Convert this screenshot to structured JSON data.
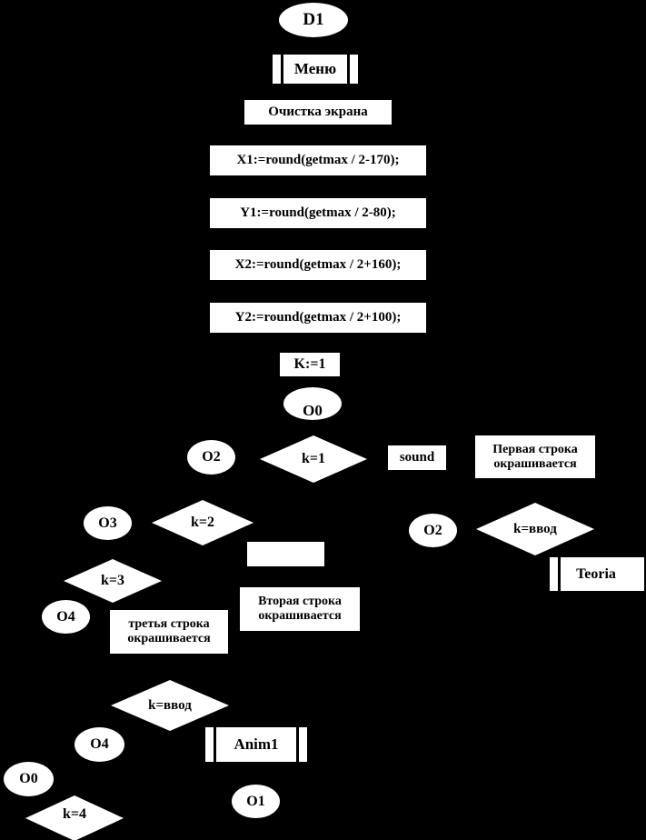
{
  "diagram": {
    "title": "Flowchart",
    "background_color": "#000000",
    "shape_fill_color": "#ffffff",
    "text_color": "#000000",
    "nodes": [
      {
        "id": "d1",
        "shape": "ellipse",
        "label": "D1"
      },
      {
        "id": "menu",
        "shape": "predefined-process",
        "label": "Меню"
      },
      {
        "id": "clear_screen",
        "shape": "process",
        "label": "Очистка экрана"
      },
      {
        "id": "x1",
        "shape": "process",
        "label": "X1:=round(getmax / 2-170);"
      },
      {
        "id": "y1",
        "shape": "process",
        "label": "Y1:=round(getmax / 2-80);"
      },
      {
        "id": "x2",
        "shape": "process",
        "label": "X2:=round(getmax / 2+160);"
      },
      {
        "id": "y2",
        "shape": "process",
        "label": "Y2:=round(getmax / 2+100);"
      },
      {
        "id": "k_init",
        "shape": "process",
        "label": "K:=1"
      },
      {
        "id": "o0_top",
        "shape": "ellipse",
        "label": "O0"
      },
      {
        "id": "o2_left",
        "shape": "ellipse",
        "label": "O2"
      },
      {
        "id": "k_eq_1",
        "shape": "decision",
        "label": "k=1"
      },
      {
        "id": "sound",
        "shape": "process",
        "label": "sound"
      },
      {
        "id": "first_line",
        "shape": "process",
        "label": "Первая строка\nокрашивается"
      },
      {
        "id": "o3",
        "shape": "ellipse",
        "label": "O3"
      },
      {
        "id": "k_eq_2",
        "shape": "decision",
        "label": "k=2"
      },
      {
        "id": "o2_right",
        "shape": "ellipse",
        "label": "O2"
      },
      {
        "id": "k_vvod_right",
        "shape": "decision",
        "label": "k=ввод"
      },
      {
        "id": "teoria",
        "shape": "predefined-process",
        "label": "Teoria"
      },
      {
        "id": "blank_box",
        "shape": "process",
        "label": ""
      },
      {
        "id": "k_eq_3",
        "shape": "decision",
        "label": "k=3"
      },
      {
        "id": "o4_mid",
        "shape": "ellipse",
        "label": "O4"
      },
      {
        "id": "second_line",
        "shape": "process",
        "label": "Вторая строка\nокрашивается"
      },
      {
        "id": "third_line",
        "shape": "process",
        "label": "третья строка\nокрашивается"
      },
      {
        "id": "k_vvod_bottom",
        "shape": "decision",
        "label": "k=ввод"
      },
      {
        "id": "o4_bottom",
        "shape": "ellipse",
        "label": "O4"
      },
      {
        "id": "anim1",
        "shape": "predefined-process",
        "label": "Anim1"
      },
      {
        "id": "o0_bottom",
        "shape": "ellipse",
        "label": "O0"
      },
      {
        "id": "o1",
        "shape": "ellipse",
        "label": "O1"
      },
      {
        "id": "k_eq_4",
        "shape": "decision",
        "label": "k=4"
      }
    ]
  }
}
